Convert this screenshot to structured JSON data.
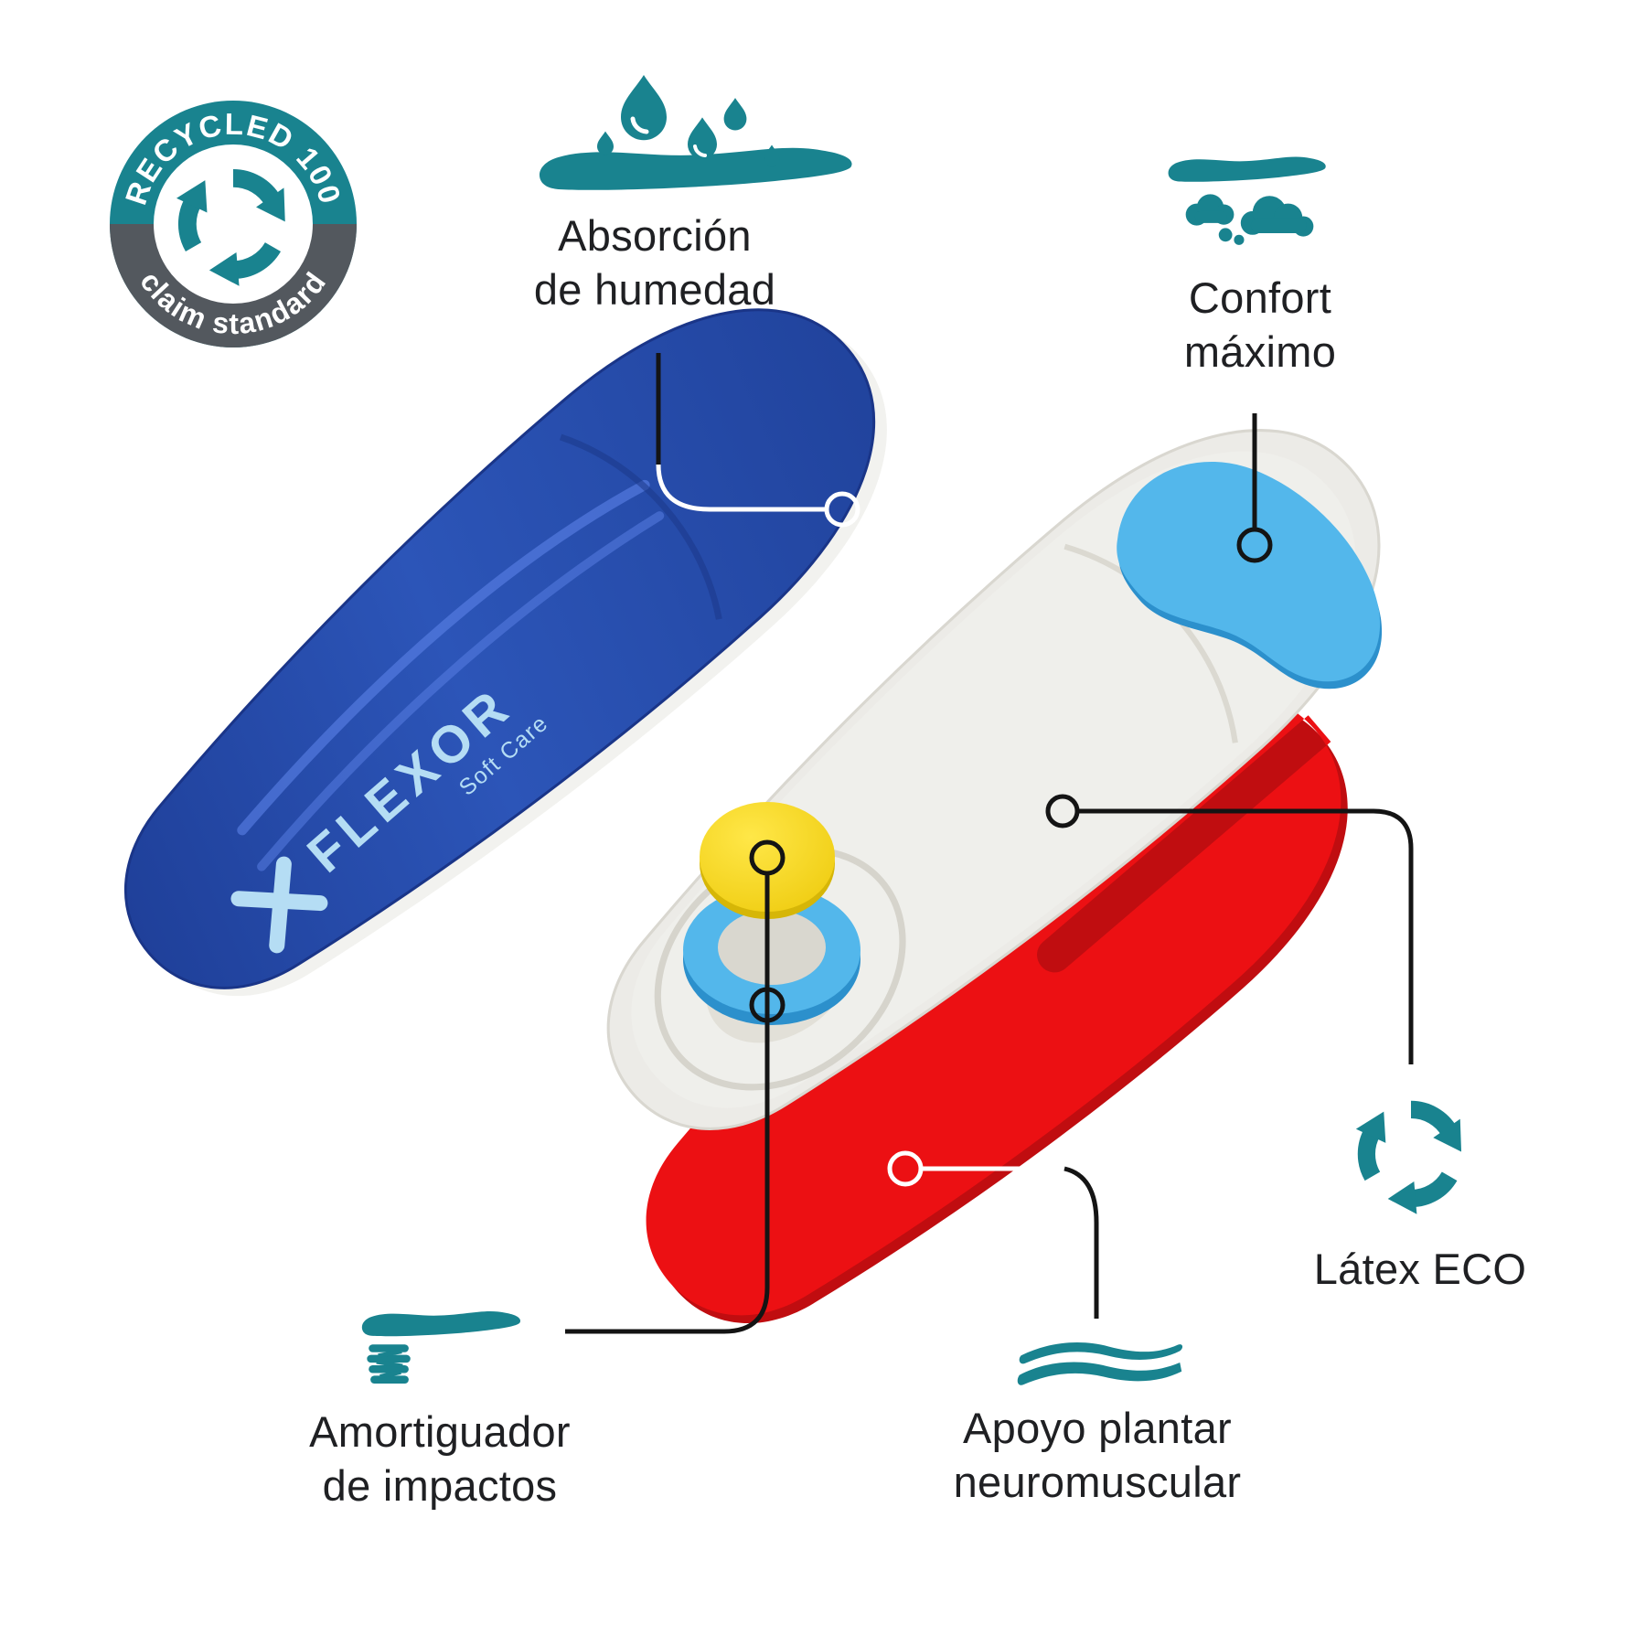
{
  "badge": {
    "top_text": "RECYCLED 100",
    "bottom_text": "claim standard"
  },
  "features": [
    {
      "id": "absorcion",
      "label_line1": "Absorción",
      "label_line2": "de humedad",
      "icon": "water-drops-icon"
    },
    {
      "id": "confort",
      "label_line1": "Confort",
      "label_line2": "máximo",
      "icon": "cloud-comfort-icon"
    },
    {
      "id": "amortiguador",
      "label_line1": "Amortiguador",
      "label_line2": "de impactos",
      "icon": "spring-cushion-icon"
    },
    {
      "id": "apoyo",
      "label_line1": "Apoyo plantar",
      "label_line2": "neuromuscular",
      "icon": "double-wave-icon"
    },
    {
      "id": "latex",
      "label_line1": "Látex ECO",
      "label_line2": "",
      "icon": "recycle-icon"
    }
  ],
  "logo": {
    "brand": "FLEXOR",
    "tagline": "Soft Care"
  },
  "colors": {
    "teal": "#19838F",
    "badge_gray": "#53585E",
    "label": "#1F2023",
    "insole_blue": "#2A4FAC",
    "sky_blue": "#53B7EB",
    "sky_blue_dark": "#2C90CC",
    "yellow": "#F5D90F",
    "yellow_dark": "#D6B607",
    "red": "#EC1013",
    "red_dark": "#C00D10",
    "grey_insole": "#ECEBE7",
    "grey_edge": "#D9D7D0",
    "grey_recess": "#D8D6CE",
    "logo_blue": "#B5DDF4",
    "line_dark": "#141414"
  }
}
